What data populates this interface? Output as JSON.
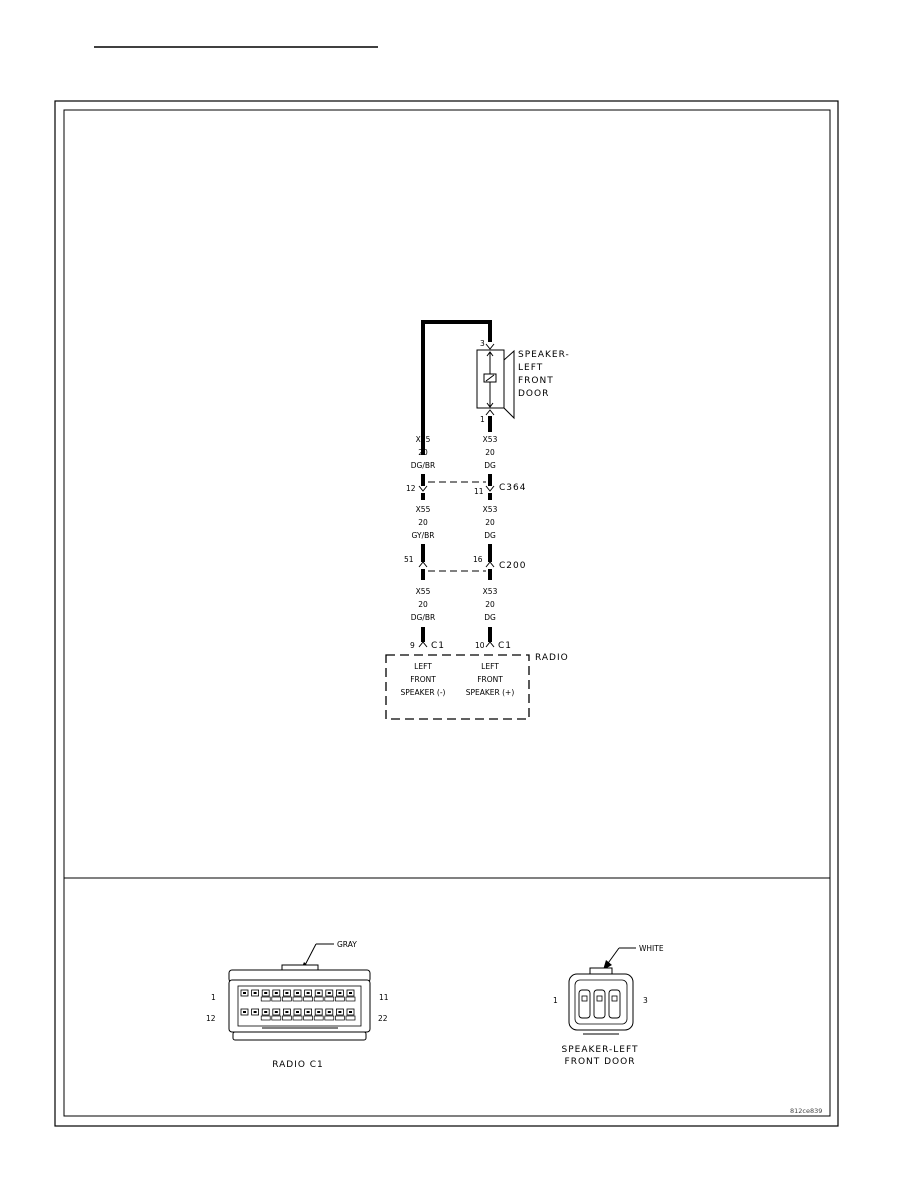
{
  "speaker": {
    "label_lines": [
      "SPEAKER-",
      "LEFT",
      "FRONT",
      "DOOR"
    ],
    "pin_top": "3",
    "pin_bottom": "1"
  },
  "wires": {
    "left": [
      {
        "circuit": "X55",
        "gauge": "20",
        "color": "DG/BR"
      },
      {
        "circuit": "X55",
        "gauge": "20",
        "color": "GY/BR"
      },
      {
        "circuit": "X55",
        "gauge": "20",
        "color": "DG/BR"
      }
    ],
    "right": [
      {
        "circuit": "X53",
        "gauge": "20",
        "color": "DG"
      },
      {
        "circuit": "X53",
        "gauge": "20",
        "color": "DG"
      },
      {
        "circuit": "X53",
        "gauge": "20",
        "color": "DG"
      }
    ]
  },
  "connectors": {
    "c364": {
      "name": "C364",
      "pin_left": "12",
      "pin_right": "11"
    },
    "c200": {
      "name": "C200",
      "pin_left": "51",
      "pin_right": "16"
    },
    "radio_c1": {
      "name": "C1",
      "pin_left": "9",
      "pin_right": "10"
    }
  },
  "radio": {
    "title": "RADIO",
    "left_pin_lines": [
      "LEFT",
      "FRONT",
      "SPEAKER (-)"
    ],
    "right_pin_lines": [
      "LEFT",
      "FRONT",
      "SPEAKER (+)"
    ]
  },
  "connector_views": {
    "radio_c1": {
      "caption": "RADIO C1",
      "color_label": "GRAY",
      "pin_tl": "1",
      "pin_bl": "12",
      "pin_tr": "11",
      "pin_br": "22"
    },
    "speaker": {
      "caption_lines": [
        "SPEAKER-LEFT",
        "FRONT DOOR"
      ],
      "color_label": "WHITE",
      "pin_left": "1",
      "pin_right": "3"
    }
  },
  "figure_id": "812ce839"
}
